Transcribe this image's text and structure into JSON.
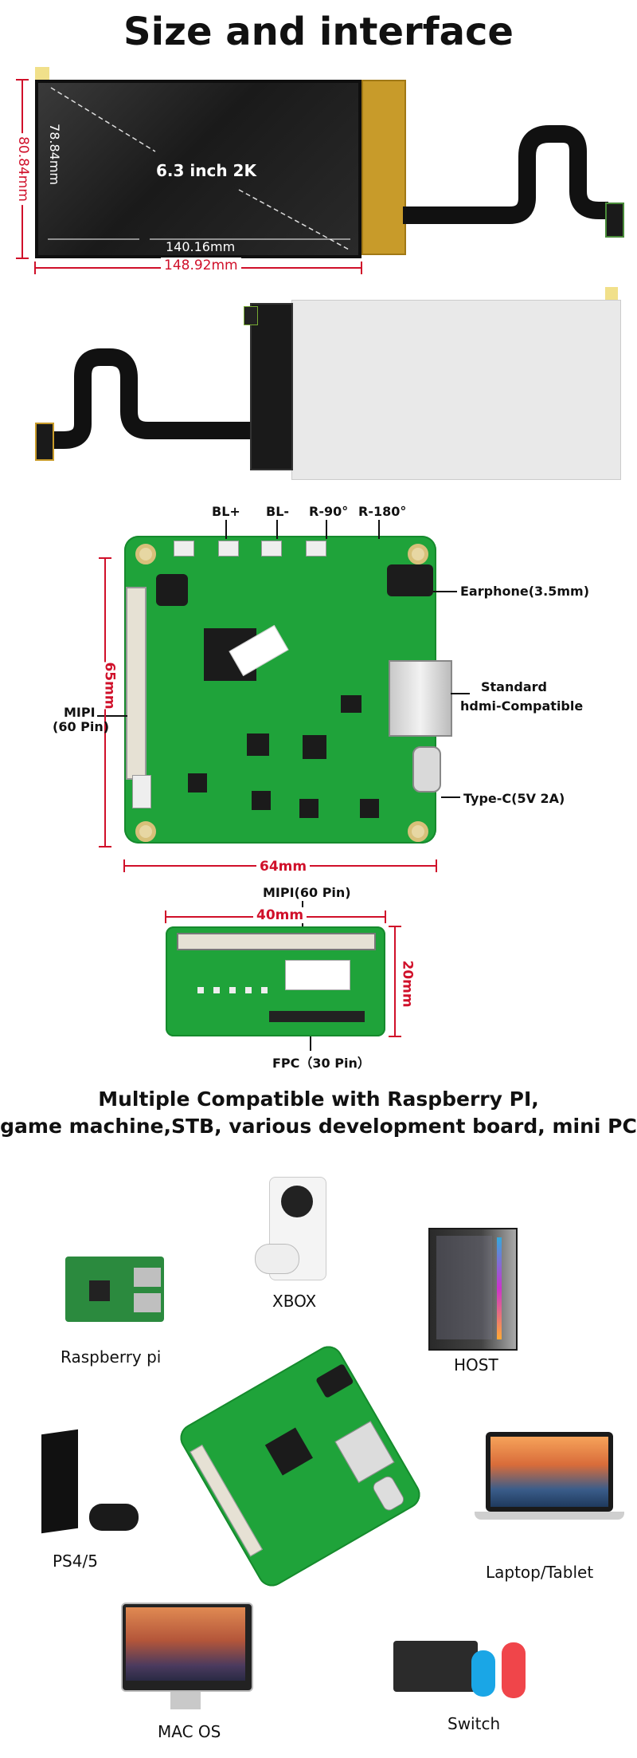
{
  "heading": "Size and interface",
  "screen": {
    "label": "6.3 inch 2K",
    "width_active": "140.16mm",
    "width_outline": "148.92mm",
    "height_active": "78.84mm",
    "height_outline": "80.84mm"
  },
  "board": {
    "top_labels": [
      "BL+",
      "BL-",
      "R-90°",
      "R-180°"
    ],
    "earphone": "Earphone(3.5mm)",
    "hdmi_line1": "Standard",
    "hdmi_line2": "hdmi-Compatible",
    "typec": "Type-C(5V 2A)",
    "mipi_line1": "MIPI",
    "mipi_line2": "(60 Pin)",
    "height_dim": "65mm",
    "width_dim": "64mm"
  },
  "adapter": {
    "top_label": "MIPI(60 Pin)",
    "width_dim": "40mm",
    "height_dim": "20mm",
    "bottom_label": "FPC（30 Pin）"
  },
  "compat": {
    "line1": "Multiple Compatible with Raspberry PI,",
    "line2": "game machine,STB, various development board, mini PC"
  },
  "devices": {
    "xbox": "XBOX",
    "raspberry": "Raspberry pi",
    "host": "HOST",
    "ps": "PS4/5",
    "laptop": "Laptop/Tablet",
    "mac": "MAC OS",
    "switch": "Switch"
  },
  "colors": {
    "dimension": "#d0102a",
    "pcb": "#1fa33a"
  }
}
